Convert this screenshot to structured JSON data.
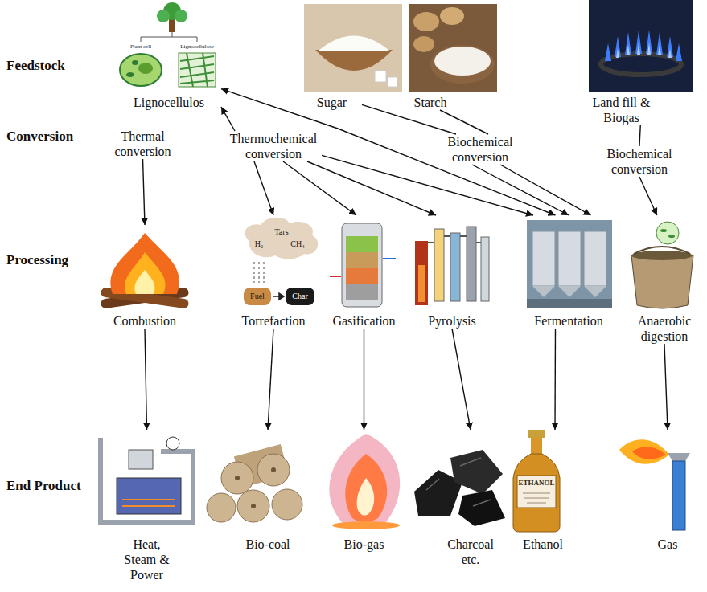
{
  "diagram": {
    "nodes": [
      {
        "text": [
          "Lignocellulos"
        ]
      },
      {
        "text": [
          "Sugar"
        ]
      },
      {
        "text": [
          "Starch"
        ]
      },
      {
        "text": [
          "Land fill & Biogas"
        ]
      },
      {
        "text": [
          "Thermal conversion"
        ]
      },
      {
        "text": [
          "Thermochemical conversion"
        ]
      },
      {
        "text": [
          "Biochemical conversion"
        ]
      },
      {
        "text": [
          "Biochemical conversion"
        ]
      },
      {
        "text": [
          "Combustion"
        ]
      },
      {
        "text": [
          "Torrefaction"
        ]
      },
      {
        "text": [
          "Gasification"
        ]
      },
      {
        "text": [
          "Pyrolysis"
        ]
      },
      {
        "text": [
          "Fermentation"
        ]
      },
      {
        "text": [
          "Anaerobic digestion"
        ]
      },
      {
        "text": [
          "Heat, Steam & Power"
        ]
      },
      {
        "text": [
          "Bio-coal"
        ]
      },
      {
        "text": [
          "Bio-gas"
        ]
      },
      {
        "text": [
          "Charcoal etc."
        ]
      },
      {
        "text": [
          "Ethanol"
        ]
      },
      {
        "text": [
          "Gas"
        ]
      }
    ],
    "edges": [
      {
        "from": 4,
        "to": 8,
        "arrow": "to"
      },
      {
        "from": 5,
        "to": 0,
        "arrow": "to"
      },
      {
        "from": 0,
        "to": 12,
        "arrow": "both"
      },
      {
        "from": 5,
        "to": 9,
        "arrow": "to"
      },
      {
        "from": 5,
        "to": 10,
        "arrow": "to"
      },
      {
        "from": 5,
        "to": 11,
        "arrow": "to"
      },
      {
        "from": 5,
        "to": 12,
        "arrow": "to"
      },
      {
        "from": 1,
        "to": 6,
        "arrow": "none"
      },
      {
        "from": 2,
        "to": 6,
        "arrow": "none"
      },
      {
        "from": 6,
        "to": 12,
        "arrow": "to"
      },
      {
        "from": 6,
        "to": 12,
        "arrow": "to"
      },
      {
        "from": 3,
        "to": 7,
        "arrow": "none"
      },
      {
        "from": 7,
        "to": 13,
        "arrow": "to"
      },
      {
        "from": 8,
        "to": 14,
        "arrow": "to"
      },
      {
        "from": 9,
        "to": 15,
        "arrow": "to"
      },
      {
        "from": 10,
        "to": 16,
        "arrow": "to"
      },
      {
        "from": 11,
        "to": 17,
        "arrow": "to"
      },
      {
        "from": 12,
        "to": 18,
        "arrow": "to"
      },
      {
        "from": 13,
        "to": 19,
        "arrow": "to"
      }
    ],
    "labels": [
      "Feedstock",
      "Conversion",
      "Processing",
      "End Product",
      "Plant cell",
      "Lignocellulose",
      "Tars",
      "H₂",
      "CH₄",
      "Fuel",
      "Char",
      "ETHANOL"
    ]
  }
}
